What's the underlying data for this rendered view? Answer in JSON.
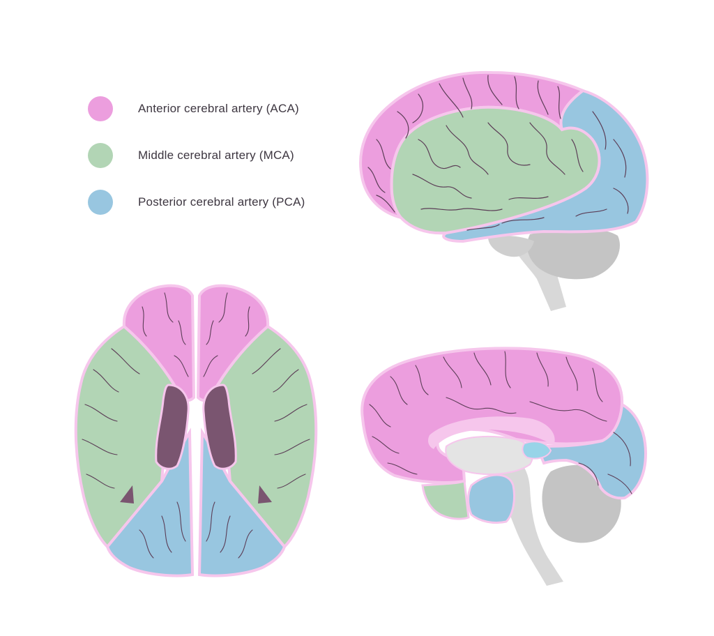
{
  "legend": {
    "items": [
      {
        "label": "Anterior cerebral artery (ACA)",
        "color": "#ec9ede",
        "icon": "aca-swatch"
      },
      {
        "label": "Middle cerebral artery (MCA)",
        "color": "#b2d5b5",
        "icon": "mca-swatch"
      },
      {
        "label": "Posterior cerebral artery (PCA)",
        "color": "#98c6e0",
        "icon": "pca-swatch"
      }
    ]
  },
  "colors": {
    "aca": "#ec9ede",
    "mca": "#b2d5b5",
    "pca": "#98c6e0",
    "outline": "#f6c6ec",
    "sulcus": "#5b3d56",
    "ventricle": "#7a5570",
    "brainstem": "#d4d4d4",
    "cerebellum": "#c2c2c2"
  },
  "views": [
    "lateral-view",
    "axial-view",
    "midsagittal-view"
  ]
}
